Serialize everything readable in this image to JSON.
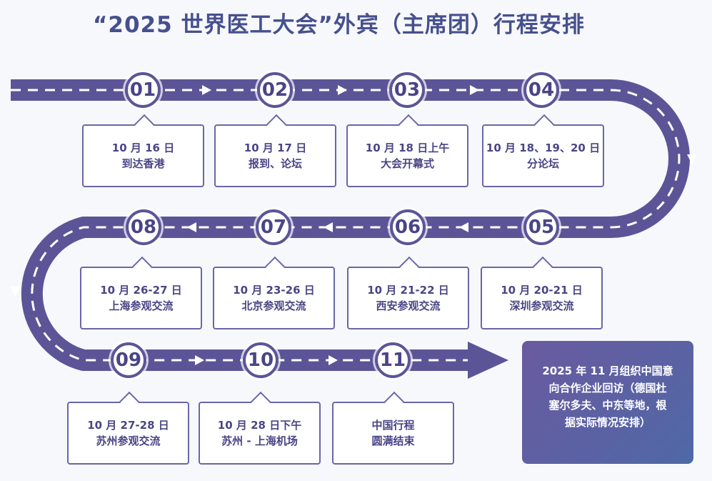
{
  "title": "“2025 世界医工大会”外宾（主席团）行程安排",
  "colors": {
    "road": "#5b5597",
    "dash": "#ffffff",
    "title": "#46508e",
    "note_bg": "#5b63a3"
  },
  "steps": [
    {
      "num": "01",
      "line1": "10 月 16 日",
      "line2": "到达香港"
    },
    {
      "num": "02",
      "line1": "10 月 17 日",
      "line2": "报到、论坛"
    },
    {
      "num": "03",
      "line1": "10 月 18 日上午",
      "line2": "大会开幕式"
    },
    {
      "num": "04",
      "line1": "10 月 18、19、20 日",
      "line2": "分论坛"
    },
    {
      "num": "05",
      "line1": "10 月 20-21 日",
      "line2": "深圳参观交流"
    },
    {
      "num": "06",
      "line1": "10 月 21-22 日",
      "line2": "西安参观交流"
    },
    {
      "num": "07",
      "line1": "10 月 23-26 日",
      "line2": "北京参观交流"
    },
    {
      "num": "08",
      "line1": "10 月 26-27 日",
      "line2": "上海参观交流"
    },
    {
      "num": "09",
      "line1": "10 月 27-28 日",
      "line2": "苏州参观交流"
    },
    {
      "num": "10",
      "line1": "10 月 28 日下午",
      "line2": "苏州 - 上海机场"
    },
    {
      "num": "11",
      "line1": "中国行程",
      "line2": "圆满结束"
    }
  ],
  "note": {
    "line1": "2025 年 11 月组织中国意",
    "line2": "向合作企业回访（德国杜",
    "line3": "塞尔多夫、中东等地，根",
    "line4": "据实际情况安排）"
  }
}
